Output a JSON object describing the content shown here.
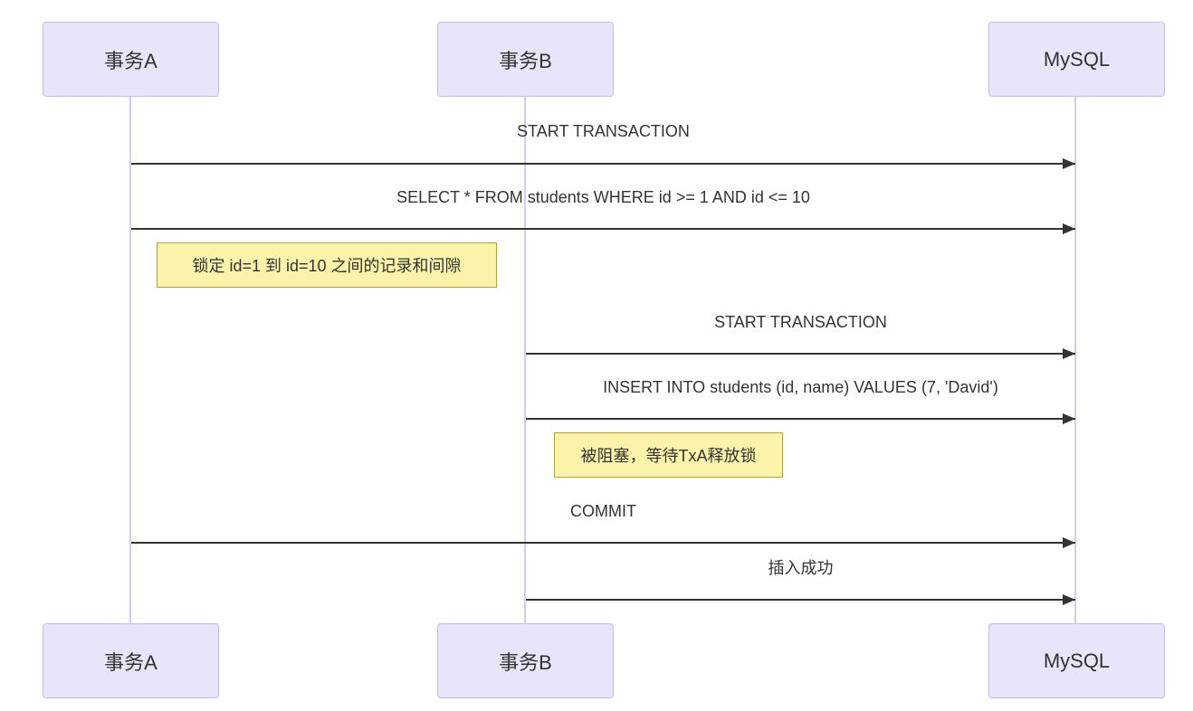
{
  "diagram": {
    "type": "sequence",
    "background_color": "#ffffff",
    "actors": [
      {
        "id": "txA",
        "label": "事务A"
      },
      {
        "id": "txB",
        "label": "事务B"
      },
      {
        "id": "mysql",
        "label": "MySQL"
      }
    ],
    "messages": [
      {
        "from": "事务A",
        "to": "MySQL",
        "arrow": "solid-filled-head",
        "label": "START TRANSACTION"
      },
      {
        "from": "事务A",
        "to": "MySQL",
        "arrow": "solid-filled-head",
        "label": "SELECT * FROM students WHERE id >= 1 AND id <= 10"
      },
      {
        "from": "事务B",
        "to": "MySQL",
        "arrow": "solid-filled-head",
        "label": "START TRANSACTION"
      },
      {
        "from": "事务B",
        "to": "MySQL",
        "arrow": "solid-filled-head",
        "label": "INSERT INTO students (id, name) VALUES (7, 'David')"
      },
      {
        "from": "事务A",
        "to": "MySQL",
        "arrow": "solid-filled-head",
        "label": "COMMIT"
      },
      {
        "from": "事务B",
        "to": "MySQL",
        "arrow": "solid-filled-head",
        "label": "插入成功"
      }
    ],
    "notes": [
      {
        "position": "right-of-事务A",
        "label": "锁定 id=1 到 id=10 之间的记录和间隙"
      },
      {
        "position": "right-of-事务B",
        "label": "被阻塞，等待TxA释放锁"
      }
    ],
    "colors": {
      "actor_fill": "#e8e4fa",
      "actor_border": "#c8bce8",
      "lifeline": "#d5caf2",
      "note_fill": "#fbf3a9",
      "note_border": "#aba23d",
      "message_line": "#333333",
      "text": "#333333"
    }
  }
}
